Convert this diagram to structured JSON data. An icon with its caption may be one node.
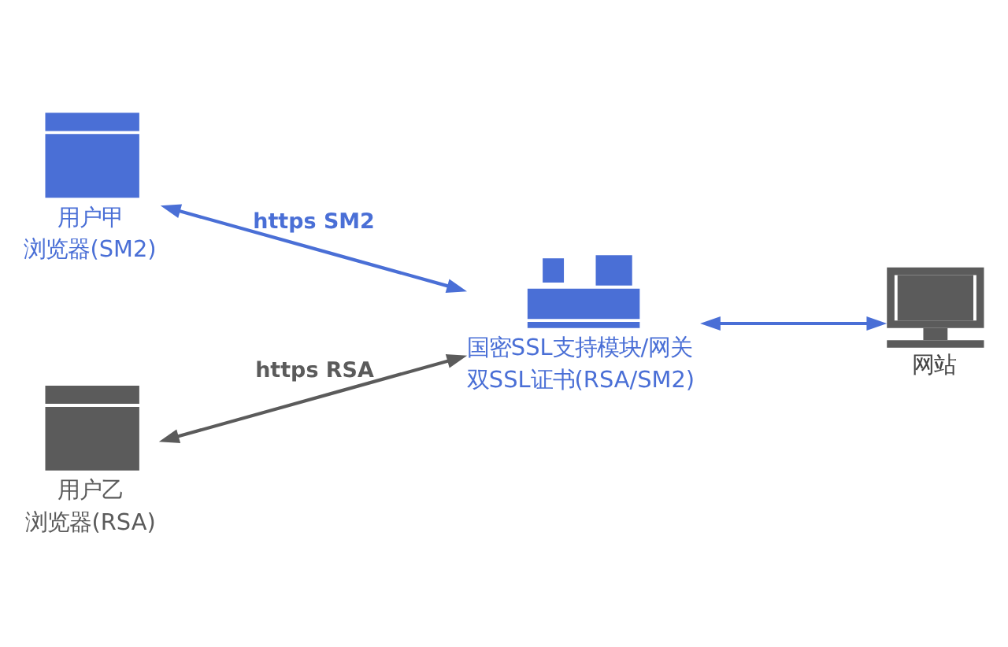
{
  "diagram": {
    "nodes": [
      {
        "text": [
          "用户甲",
          "浏览器(SM2)"
        ]
      },
      {
        "text": [
          "用户乙",
          "浏览器(RSA)"
        ]
      },
      {
        "text": [
          "国密SSL支持模块/网关",
          "双SSL证书(RSA/SM2)"
        ]
      },
      {
        "text": [
          "网站"
        ]
      }
    ],
    "edges": [
      {
        "from": 0,
        "to": 2,
        "arrow": "both",
        "label": "https SM2"
      },
      {
        "from": 1,
        "to": 2,
        "arrow": "both",
        "label": "https RSA",
        "color": "#5b5b5b"
      },
      {
        "from": 2,
        "to": 3,
        "arrow": "both"
      }
    ]
  }
}
